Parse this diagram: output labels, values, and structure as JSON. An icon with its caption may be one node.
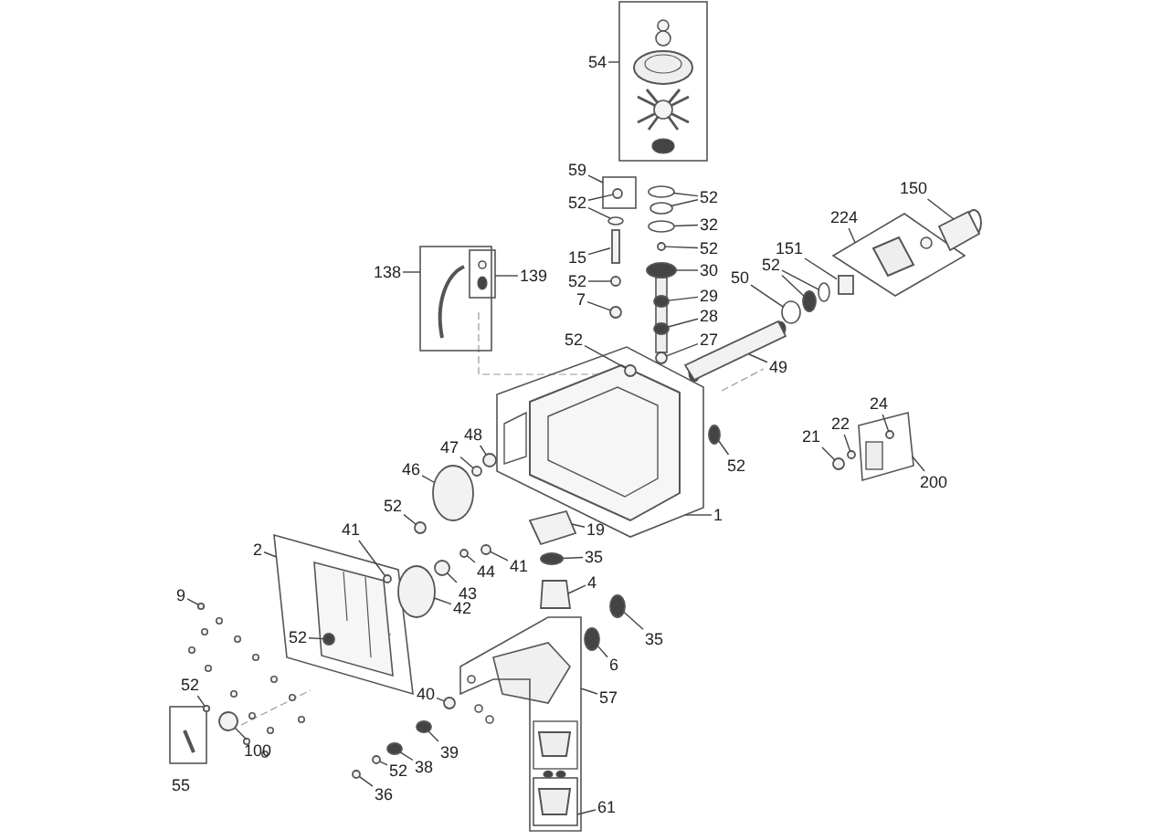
{
  "diagram": {
    "nodes": [
      {
        "text": [
          "54"
        ]
      },
      {
        "text": [
          "59"
        ]
      },
      {
        "text": [
          "52"
        ]
      },
      {
        "text": [
          "52"
        ]
      },
      {
        "text": [
          "32"
        ]
      },
      {
        "text": [
          "15"
        ]
      },
      {
        "text": [
          "52"
        ]
      },
      {
        "text": [
          "52"
        ]
      },
      {
        "text": [
          "30"
        ]
      },
      {
        "text": [
          "138"
        ]
      },
      {
        "text": [
          "139"
        ]
      },
      {
        "text": [
          "7"
        ]
      },
      {
        "text": [
          "29"
        ]
      },
      {
        "text": [
          "28"
        ]
      },
      {
        "text": [
          "27"
        ]
      },
      {
        "text": [
          "52"
        ]
      },
      {
        "text": [
          "49"
        ]
      },
      {
        "text": [
          "150"
        ]
      },
      {
        "text": [
          "224"
        ]
      },
      {
        "text": [
          "151"
        ]
      },
      {
        "text": [
          "52"
        ]
      },
      {
        "text": [
          "50"
        ]
      },
      {
        "text": [
          "24"
        ]
      },
      {
        "text": [
          "22"
        ]
      },
      {
        "text": [
          "21"
        ]
      },
      {
        "text": [
          "200"
        ]
      },
      {
        "text": [
          "52"
        ]
      },
      {
        "text": [
          "1"
        ]
      },
      {
        "text": [
          "48"
        ]
      },
      {
        "text": [
          "47"
        ]
      },
      {
        "text": [
          "46"
        ]
      },
      {
        "text": [
          "52"
        ]
      },
      {
        "text": [
          "19"
        ]
      },
      {
        "text": [
          "41"
        ]
      },
      {
        "text": [
          "35"
        ]
      },
      {
        "text": [
          "2"
        ]
      },
      {
        "text": [
          "41"
        ]
      },
      {
        "text": [
          "44"
        ]
      },
      {
        "text": [
          "43"
        ]
      },
      {
        "text": [
          "9"
        ]
      },
      {
        "text": [
          "4"
        ]
      },
      {
        "text": [
          "42"
        ]
      },
      {
        "text": [
          "35"
        ]
      },
      {
        "text": [
          "52"
        ],
        "in": 62
      },
      {
        "text": [
          "6"
        ]
      },
      {
        "text": [
          "52"
        ]
      },
      {
        "text": [
          "40"
        ]
      },
      {
        "text": [
          "57"
        ]
      },
      {
        "text": [
          "100"
        ]
      },
      {
        "text": [
          "39"
        ]
      },
      {
        "text": [
          "38"
        ]
      },
      {
        "text": [
          "52"
        ]
      },
      {
        "text": [
          "36"
        ]
      },
      {
        "text": [
          "55"
        ]
      },
      {
        "text": [
          "61"
        ]
      },
      {
        "text": [],
        "shape": "box"
      },
      {
        "text": [],
        "shape": "box"
      },
      {
        "text": [],
        "shape": "box"
      },
      {
        "text": [],
        "shape": "box",
        "in": 57
      },
      {
        "text": [],
        "shape": "diamond"
      },
      {
        "text": [],
        "shape": "box"
      },
      {
        "text": [],
        "shape": "box"
      },
      {
        "text": [],
        "shape": "box"
      },
      {
        "text": [],
        "shape": "box"
      },
      {
        "text": [],
        "shape": "box",
        "in": 63
      },
      {
        "text": [],
        "shape": "circle",
        "in": 56
      },
      {
        "text": [],
        "shape": "circle"
      },
      {
        "text": [],
        "shape": "circle"
      },
      {
        "text": [],
        "shape": "circle"
      },
      {
        "text": [],
        "shape": "circle"
      },
      {
        "text": [],
        "shape": "bar"
      },
      {
        "text": [],
        "shape": "circle"
      },
      {
        "text": [],
        "shape": "circle"
      },
      {
        "text": [],
        "shape": "circle"
      },
      {
        "text": [],
        "shape": "circle"
      },
      {
        "text": [],
        "shape": "circle"
      },
      {
        "text": [],
        "shape": "circle"
      },
      {
        "text": [],
        "shape": "circle"
      },
      {
        "text": [],
        "shape": "circle",
        "in": 61
      },
      {
        "text": [],
        "shape": "bar"
      },
      {
        "text": [],
        "shape": "box"
      },
      {
        "text": [],
        "shape": "box"
      },
      {
        "text": [],
        "shape": "circle"
      },
      {
        "text": [],
        "shape": "circle"
      },
      {
        "text": [],
        "shape": "circle"
      },
      {
        "text": [],
        "shape": "circle",
        "in": 60
      },
      {
        "text": [],
        "shape": "circle"
      },
      {
        "text": [],
        "shape": "circle"
      },
      {
        "text": [],
        "shape": "circle"
      },
      {
        "text": [],
        "shape": "circle"
      },
      {
        "text": [],
        "shape": "circle"
      },
      {
        "text": [],
        "shape": "circle"
      },
      {
        "text": [],
        "shape": "circle"
      },
      {
        "text": [],
        "shape": "box"
      },
      {
        "text": [],
        "shape": "circle",
        "in": 62
      },
      {
        "text": [],
        "shape": "circle"
      },
      {
        "text": [],
        "shape": "circle"
      },
      {
        "text": [],
        "shape": "circle"
      },
      {
        "text": [],
        "shape": "circle"
      },
      {
        "text": [],
        "shape": "circle"
      },
      {
        "text": [],
        "shape": "box"
      },
      {
        "text": [],
        "shape": "circle"
      },
      {
        "text": [],
        "shape": "circle"
      },
      {
        "text": [],
        "shape": "circle",
        "in": 62
      },
      {
        "text": [],
        "shape": "circle"
      },
      {
        "text": [],
        "shape": "circle"
      },
      {
        "text": [],
        "shape": "circle"
      },
      {
        "text": [],
        "shape": "circle"
      },
      {
        "text": [],
        "shape": "circle"
      },
      {
        "text": [],
        "shape": "circle"
      },
      {
        "text": [],
        "shape": "circle"
      },
      {
        "text": [],
        "shape": "circle"
      }
    ],
    "edges": [
      {
        "from": 0,
        "to": 55,
        "arrow": "none"
      },
      {
        "from": 1,
        "to": 56,
        "arrow": "none"
      },
      {
        "from": 2,
        "to": 65,
        "arrow": "none"
      },
      {
        "from": 2,
        "to": 66,
        "arrow": "none"
      },
      {
        "from": 3,
        "to": 67,
        "arrow": "none"
      },
      {
        "from": 3,
        "to": 68,
        "arrow": "none"
      },
      {
        "from": 4,
        "to": 69,
        "arrow": "none"
      },
      {
        "from": 5,
        "to": 70,
        "arrow": "none"
      },
      {
        "from": 6,
        "to": 71,
        "arrow": "none"
      },
      {
        "from": 7,
        "to": 72,
        "arrow": "none"
      },
      {
        "from": 8,
        "to": 73,
        "arrow": "none"
      },
      {
        "from": 9,
        "to": 57,
        "arrow": "none"
      },
      {
        "from": 10,
        "to": 58,
        "arrow": "none"
      },
      {
        "from": 11,
        "to": 74,
        "arrow": "none"
      },
      {
        "from": 12,
        "to": 75,
        "arrow": "none"
      },
      {
        "from": 13,
        "to": 76,
        "arrow": "none"
      },
      {
        "from": 14,
        "to": 77,
        "arrow": "none"
      },
      {
        "from": 15,
        "to": 78,
        "arrow": "none"
      },
      {
        "from": 16,
        "to": 79,
        "arrow": "none"
      },
      {
        "from": 17,
        "to": 80,
        "arrow": "none"
      },
      {
        "from": 18,
        "to": 59,
        "arrow": "none"
      },
      {
        "from": 19,
        "to": 81,
        "arrow": "none"
      },
      {
        "from": 20,
        "to": 82,
        "arrow": "none"
      },
      {
        "from": 20,
        "to": 83,
        "arrow": "none"
      },
      {
        "from": 21,
        "to": 84,
        "arrow": "none"
      },
      {
        "from": 22,
        "to": 85,
        "arrow": "none"
      },
      {
        "from": 23,
        "to": 86,
        "arrow": "none"
      },
      {
        "from": 24,
        "to": 87,
        "arrow": "none"
      },
      {
        "from": 25,
        "to": 60,
        "arrow": "none"
      },
      {
        "from": 26,
        "to": 88,
        "arrow": "none"
      },
      {
        "from": 27,
        "to": 61,
        "arrow": "none"
      },
      {
        "from": 28,
        "to": 89,
        "arrow": "none"
      },
      {
        "from": 29,
        "to": 90,
        "arrow": "none"
      },
      {
        "from": 30,
        "to": 91,
        "arrow": "none"
      },
      {
        "from": 31,
        "to": 92,
        "arrow": "none"
      },
      {
        "from": 32,
        "to": 93,
        "arrow": "none"
      },
      {
        "from": 33,
        "to": 94,
        "arrow": "none"
      },
      {
        "from": 34,
        "to": 95,
        "arrow": "none"
      },
      {
        "from": 35,
        "to": 62,
        "arrow": "none"
      },
      {
        "from": 36,
        "to": 96,
        "arrow": "none"
      },
      {
        "from": 37,
        "to": 97,
        "arrow": "none"
      },
      {
        "from": 38,
        "to": 98,
        "arrow": "none"
      },
      {
        "from": 39,
        "to": 99,
        "arrow": "none"
      },
      {
        "from": 40,
        "to": 100,
        "arrow": "none"
      },
      {
        "from": 41,
        "to": 101,
        "arrow": "none"
      },
      {
        "from": 42,
        "to": 102,
        "arrow": "none"
      },
      {
        "from": 43,
        "to": 103,
        "arrow": "none"
      },
      {
        "from": 44,
        "to": 104,
        "arrow": "none"
      },
      {
        "from": 45,
        "to": 105,
        "arrow": "none"
      },
      {
        "from": 46,
        "to": 106,
        "arrow": "none"
      },
      {
        "from": 47,
        "to": 63,
        "arrow": "none"
      },
      {
        "from": 48,
        "to": 107,
        "arrow": "none"
      },
      {
        "from": 49,
        "to": 108,
        "arrow": "none"
      },
      {
        "from": 50,
        "to": 109,
        "arrow": "none"
      },
      {
        "from": 51,
        "to": 110,
        "arrow": "none"
      },
      {
        "from": 52,
        "to": 111,
        "arrow": "none"
      },
      {
        "from": 54,
        "to": 64,
        "arrow": "none"
      }
    ]
  }
}
